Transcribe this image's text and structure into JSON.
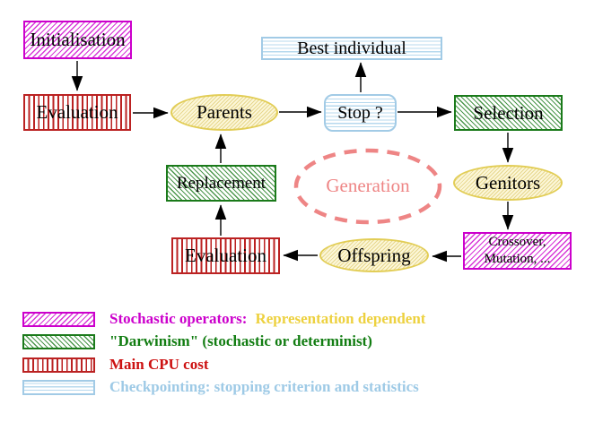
{
  "nodes": {
    "initialisation": "Initialisation",
    "best_individual": "Best individual",
    "evaluation_top": "Evaluation",
    "parents": "Parents",
    "stop": "Stop ?",
    "selection": "Selection",
    "replacement": "Replacement",
    "generation": "Generation",
    "genitors": "Genitors",
    "crossover_line1": "Crossover,",
    "crossover_line2": "Mutation, ...",
    "offspring": "Offspring",
    "evaluation_bottom": "Evaluation"
  },
  "legend": {
    "rows": [
      {
        "key": "stochastic-operators",
        "label": "Stochastic operators:",
        "label2": "Representation dependent"
      },
      {
        "key": "darwinism",
        "label": "\"Darwinism\" (stochastic or determinist)"
      },
      {
        "key": "main-cpu-cost",
        "label": "Main CPU cost"
      },
      {
        "key": "checkpointing",
        "label": "Checkpointing: stopping criterion and statistics"
      }
    ]
  },
  "colors": {
    "magenta": "#cc00cc",
    "green": "#1a7a1a",
    "red": "#bb2222",
    "light_blue": "#a2cbe6",
    "yellow_border": "#e2cd55",
    "gold_text": "#edd13f",
    "salmon": "#ee8585",
    "arrow": "#000000"
  }
}
